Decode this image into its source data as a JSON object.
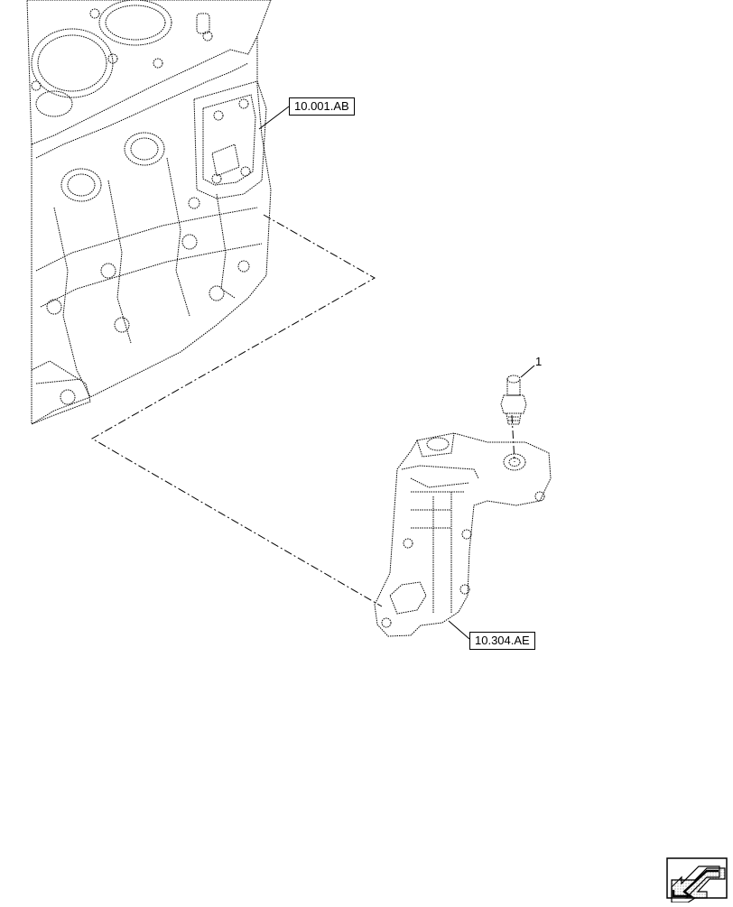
{
  "diagram": {
    "callouts": {
      "engine_block_ref": "10.001.AB",
      "bracket_ref": "10.304.AE",
      "item_number": "1"
    },
    "nav_icon": "next-page-arrow-icon"
  }
}
